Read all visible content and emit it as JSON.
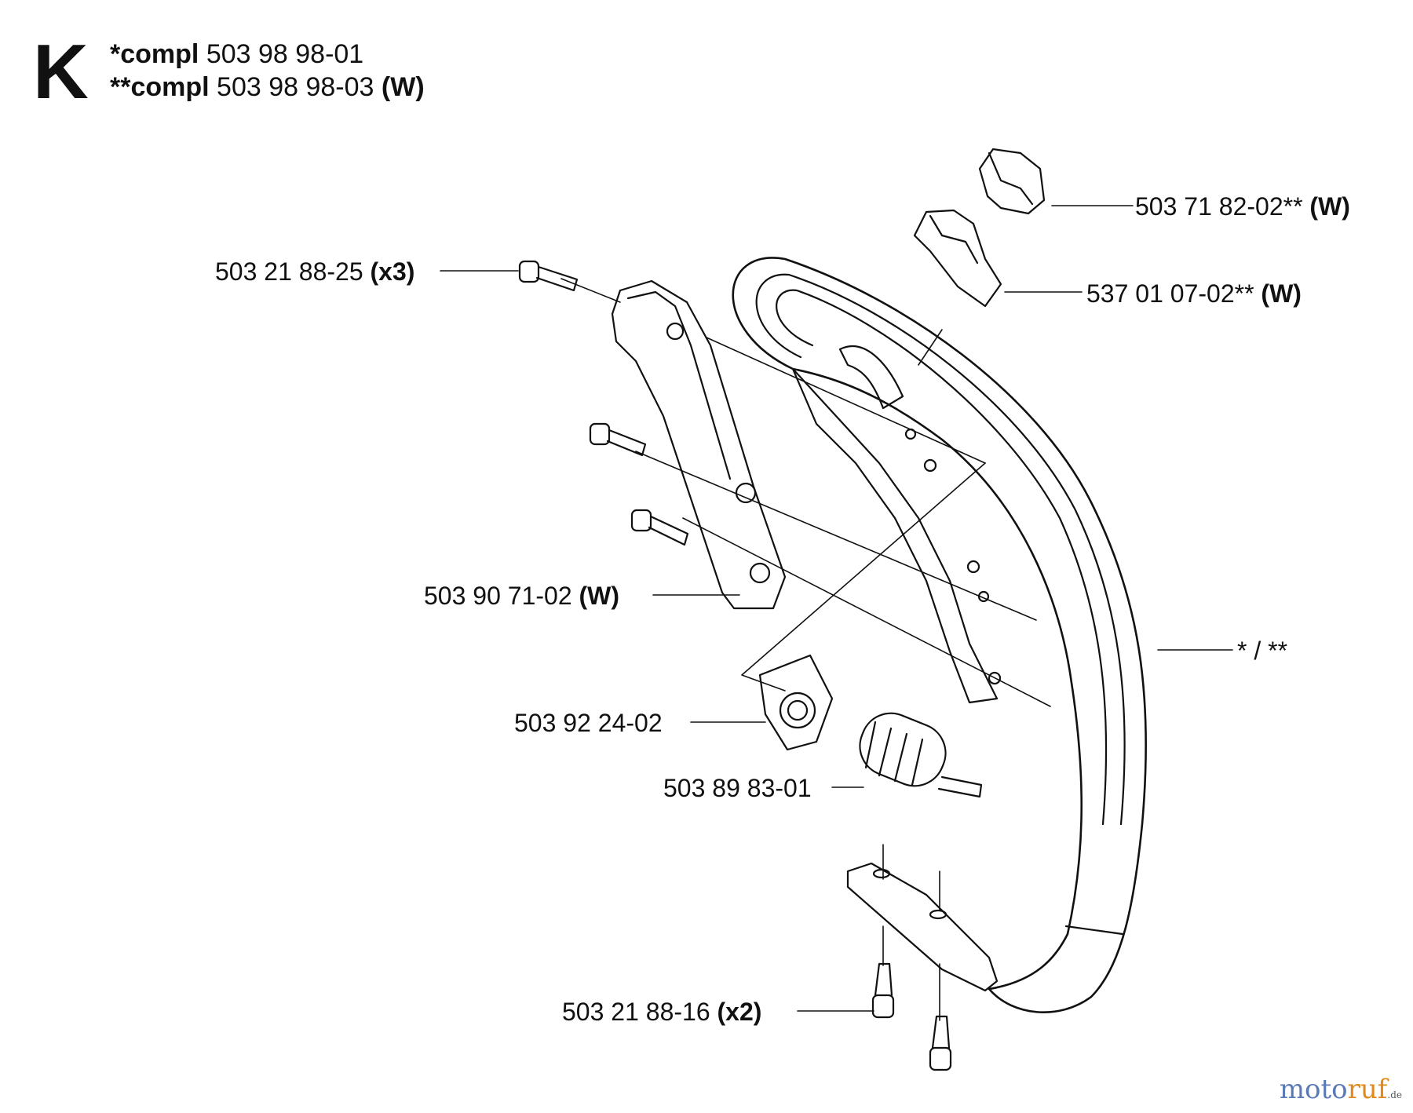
{
  "section": {
    "letter": "K"
  },
  "header": {
    "line1": {
      "prefix": "*compl",
      "number": "503 98 98-01",
      "suffix": ""
    },
    "line2": {
      "prefix": "**compl",
      "number": "503 98 98-03",
      "suffix": "(W)"
    }
  },
  "callouts": [
    {
      "id": "c1",
      "number": "503 71 82-02**",
      "suffix": "(W)"
    },
    {
      "id": "c2",
      "number": "537 01 07-02**",
      "suffix": "(W)"
    },
    {
      "id": "c3",
      "number": "503 21 88-25",
      "suffix": "(x3)"
    },
    {
      "id": "c4",
      "number": "503 90 71-02",
      "suffix": "(W)"
    },
    {
      "id": "c5",
      "number": "* / **",
      "suffix": ""
    },
    {
      "id": "c6",
      "number": "503 92 24-02",
      "suffix": ""
    },
    {
      "id": "c7",
      "number": "503 89 83-01",
      "suffix": ""
    },
    {
      "id": "c8",
      "number": "503 21 88-16",
      "suffix": "(x2)"
    }
  ],
  "watermark": {
    "part1": "moto",
    "part2": "ruf",
    "tld": ".de"
  }
}
